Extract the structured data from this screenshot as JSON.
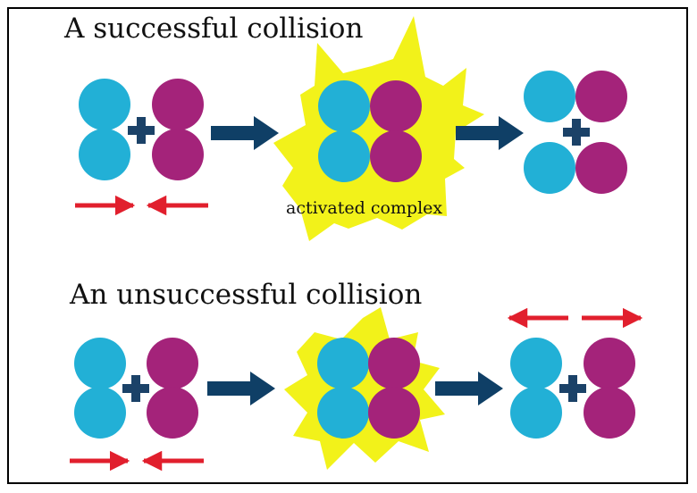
{
  "titles": {
    "successful": "A successful collision",
    "unsuccessful": "An unsuccessful collision"
  },
  "labels": {
    "activated_complex": "activated complex"
  },
  "colors": {
    "cyan_molecule": "#22b0d6",
    "purple_molecule": "#a4237a",
    "plus_sign": "#1b4268",
    "reaction_arrow": "#0f3f66",
    "motion_arrow": "#e11f2d",
    "burst": "#f2f21a",
    "border": "#000000"
  },
  "icons": {
    "reaction_arrow": "right-arrow-icon",
    "motion_arrow": "thin-arrow-icon",
    "plus": "plus-icon",
    "burst": "starburst-shape"
  }
}
